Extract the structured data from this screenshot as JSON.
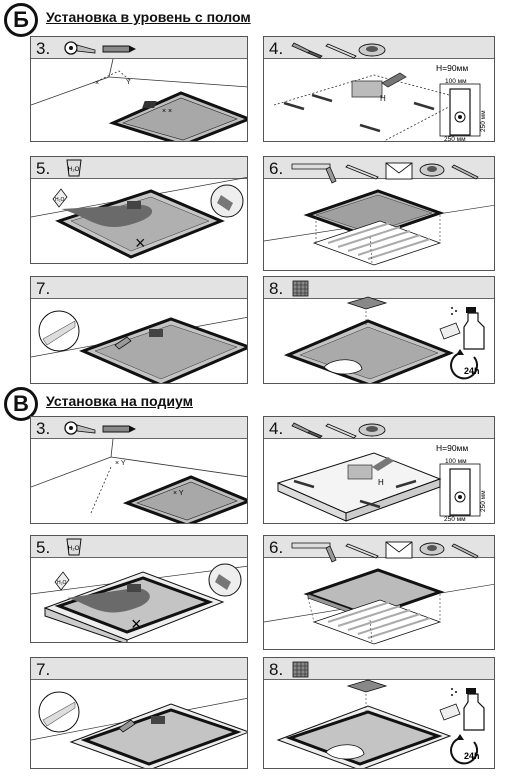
{
  "sections": [
    {
      "letter": "Б",
      "title": "Установка в уровень с полом"
    },
    {
      "letter": "В",
      "title": "Установка на подиум"
    }
  ],
  "steps": {
    "s3": "3.",
    "s4": "4.",
    "s5": "5.",
    "s6": "6.",
    "s7": "7.",
    "s8": "8."
  },
  "drain_dims": {
    "height": "H=90мм",
    "width_top": "100 мм",
    "depth": "250 мм",
    "width_bottom": "250 мм"
  },
  "water_label": "H₂O",
  "cure_time": "24h",
  "dim_letter": "H"
}
